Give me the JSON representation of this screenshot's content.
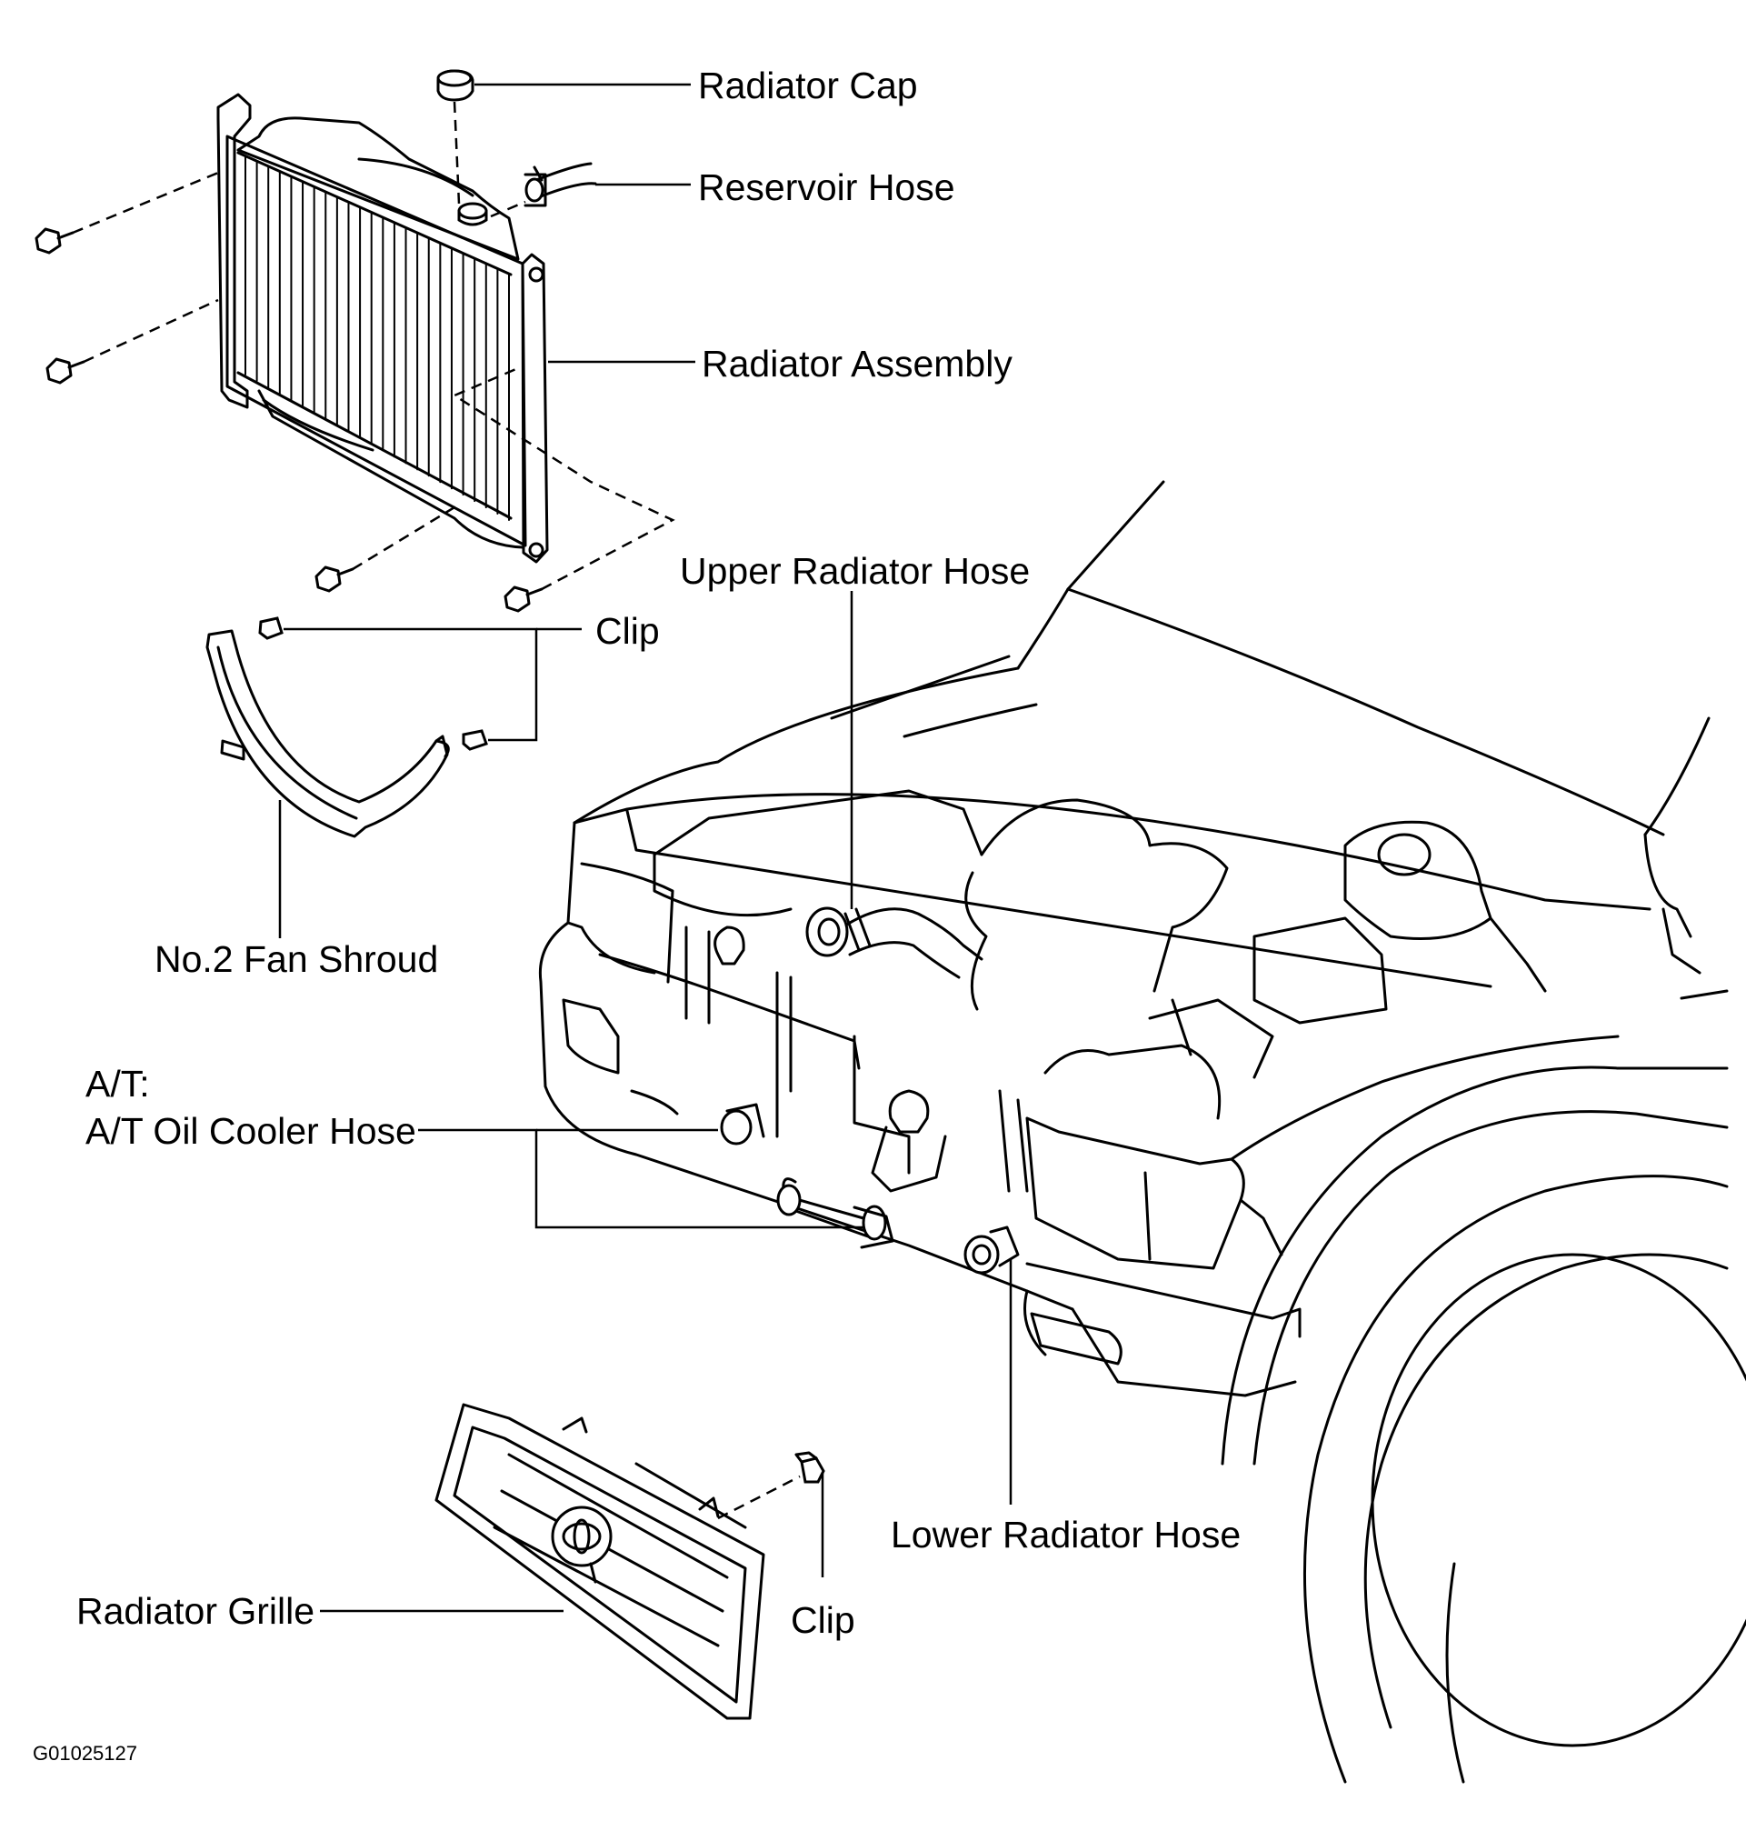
{
  "labels": {
    "radiator_cap": "Radiator Cap",
    "reservoir_hose": "Reservoir Hose",
    "radiator_assembly": "Radiator Assembly",
    "upper_radiator_hose": "Upper Radiator Hose",
    "clip_top": "Clip",
    "fan_shroud": "No.2 Fan Shroud",
    "at_prefix": "A/T:",
    "at_oil_cooler_hose": "A/T Oil Cooler Hose",
    "lower_radiator_hose": "Lower Radiator Hose",
    "radiator_grille": "Radiator Grille",
    "clip_bottom": "Clip"
  },
  "figure_code": "G01025127"
}
